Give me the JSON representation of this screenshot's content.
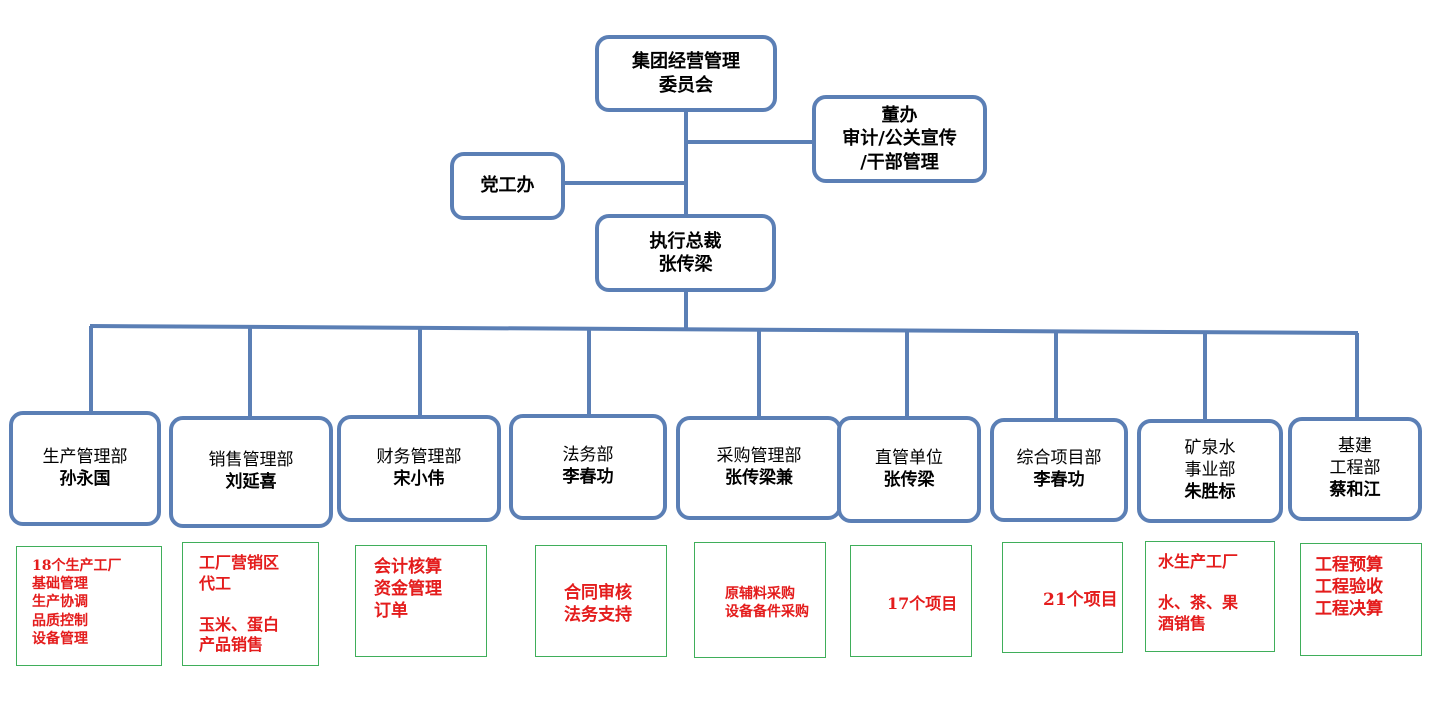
{
  "top": {
    "committee": [
      "集团经营管理",
      "委员会"
    ],
    "chairman_office": [
      "董办",
      "审计/公关宣传",
      "/干部管理"
    ],
    "party_office": [
      "党工办"
    ],
    "ceo": [
      "执行总裁",
      "张传梁"
    ]
  },
  "departments": [
    {
      "name": [
        "生产管理部"
      ],
      "person": "孙永国",
      "duties": [
        "18个生产工厂",
        "基础管理",
        "生产协调",
        "品质控制",
        "设备管理"
      ]
    },
    {
      "name": [
        "销售管理部"
      ],
      "person": "刘延喜",
      "duties": [
        "工厂营销区",
        "代工",
        "",
        "玉米、蛋白",
        "产品销售"
      ]
    },
    {
      "name": [
        "财务管理部"
      ],
      "person": "宋小伟",
      "duties": [
        "会计核算",
        "资金管理",
        "订单"
      ]
    },
    {
      "name": [
        "法务部"
      ],
      "person": "李春功",
      "duties": [
        "合同审核",
        "法务支持"
      ]
    },
    {
      "name": [
        "采购管理部"
      ],
      "person": "张传梁兼",
      "duties": [
        "原辅料采购",
        "设备备件采购"
      ]
    },
    {
      "name": [
        "直管单位"
      ],
      "person": "张传梁",
      "duties": [
        "17个项目"
      ]
    },
    {
      "name": [
        "综合项目部"
      ],
      "person": "李春功",
      "duties": [
        "21个项目"
      ]
    },
    {
      "name": [
        "矿泉水",
        "事业部"
      ],
      "person": "朱胜标",
      "duties": [
        "水生产工厂",
        "",
        "水、茶、果",
        "酒销售"
      ]
    },
    {
      "name": [
        "基建",
        "工程部"
      ],
      "person": "蔡和江",
      "duties": [
        "工程预算",
        "工程验收",
        "工程决算"
      ]
    }
  ],
  "colors": {
    "box_border": "#5b7fb5",
    "duty_border": "#3fae5a",
    "duty_text": "#e41c1c"
  }
}
